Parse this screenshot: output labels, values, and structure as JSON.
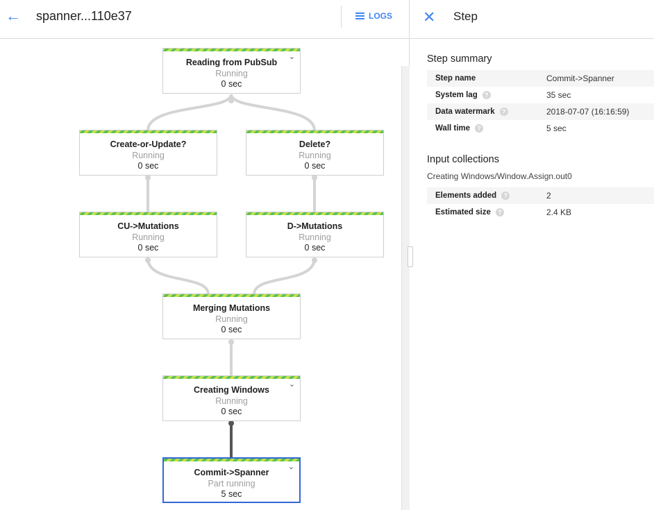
{
  "header": {
    "title": "spanner...110e37",
    "logs_label": "LOGS"
  },
  "graph": {
    "nodes": [
      {
        "name": "Reading from PubSub",
        "status": "Running",
        "time": "0 sec",
        "expandable": true,
        "selected": false
      },
      {
        "name": "Create-or-Update?",
        "status": "Running",
        "time": "0 sec",
        "expandable": false,
        "selected": false
      },
      {
        "name": "Delete?",
        "status": "Running",
        "time": "0 sec",
        "expandable": false,
        "selected": false
      },
      {
        "name": "CU->Mutations",
        "status": "Running",
        "time": "0 sec",
        "expandable": false,
        "selected": false
      },
      {
        "name": "D->Mutations",
        "status": "Running",
        "time": "0 sec",
        "expandable": false,
        "selected": false
      },
      {
        "name": "Merging Mutations",
        "status": "Running",
        "time": "0 sec",
        "expandable": false,
        "selected": false
      },
      {
        "name": "Creating Windows",
        "status": "Running",
        "time": "0 sec",
        "expandable": true,
        "selected": false
      },
      {
        "name": "Commit->Spanner",
        "status": "Part running",
        "time": "5 sec",
        "expandable": true,
        "selected": true
      }
    ]
  },
  "panel": {
    "title": "Step",
    "summary_title": "Step summary",
    "summary": [
      {
        "label": "Step name",
        "value": "Commit->Spanner",
        "help": false
      },
      {
        "label": "System lag",
        "value": "35 sec",
        "help": true
      },
      {
        "label": "Data watermark",
        "value": "2018-07-07 (16:16:59)",
        "help": true
      },
      {
        "label": "Wall time",
        "value": "5 sec",
        "help": true
      }
    ],
    "input_title": "Input collections",
    "collection_name": "Creating Windows/Window.Assign.out0",
    "collection": [
      {
        "label": "Elements added",
        "value": "2",
        "help": true
      },
      {
        "label": "Estimated size",
        "value": "2.4 KB",
        "help": true
      }
    ]
  }
}
